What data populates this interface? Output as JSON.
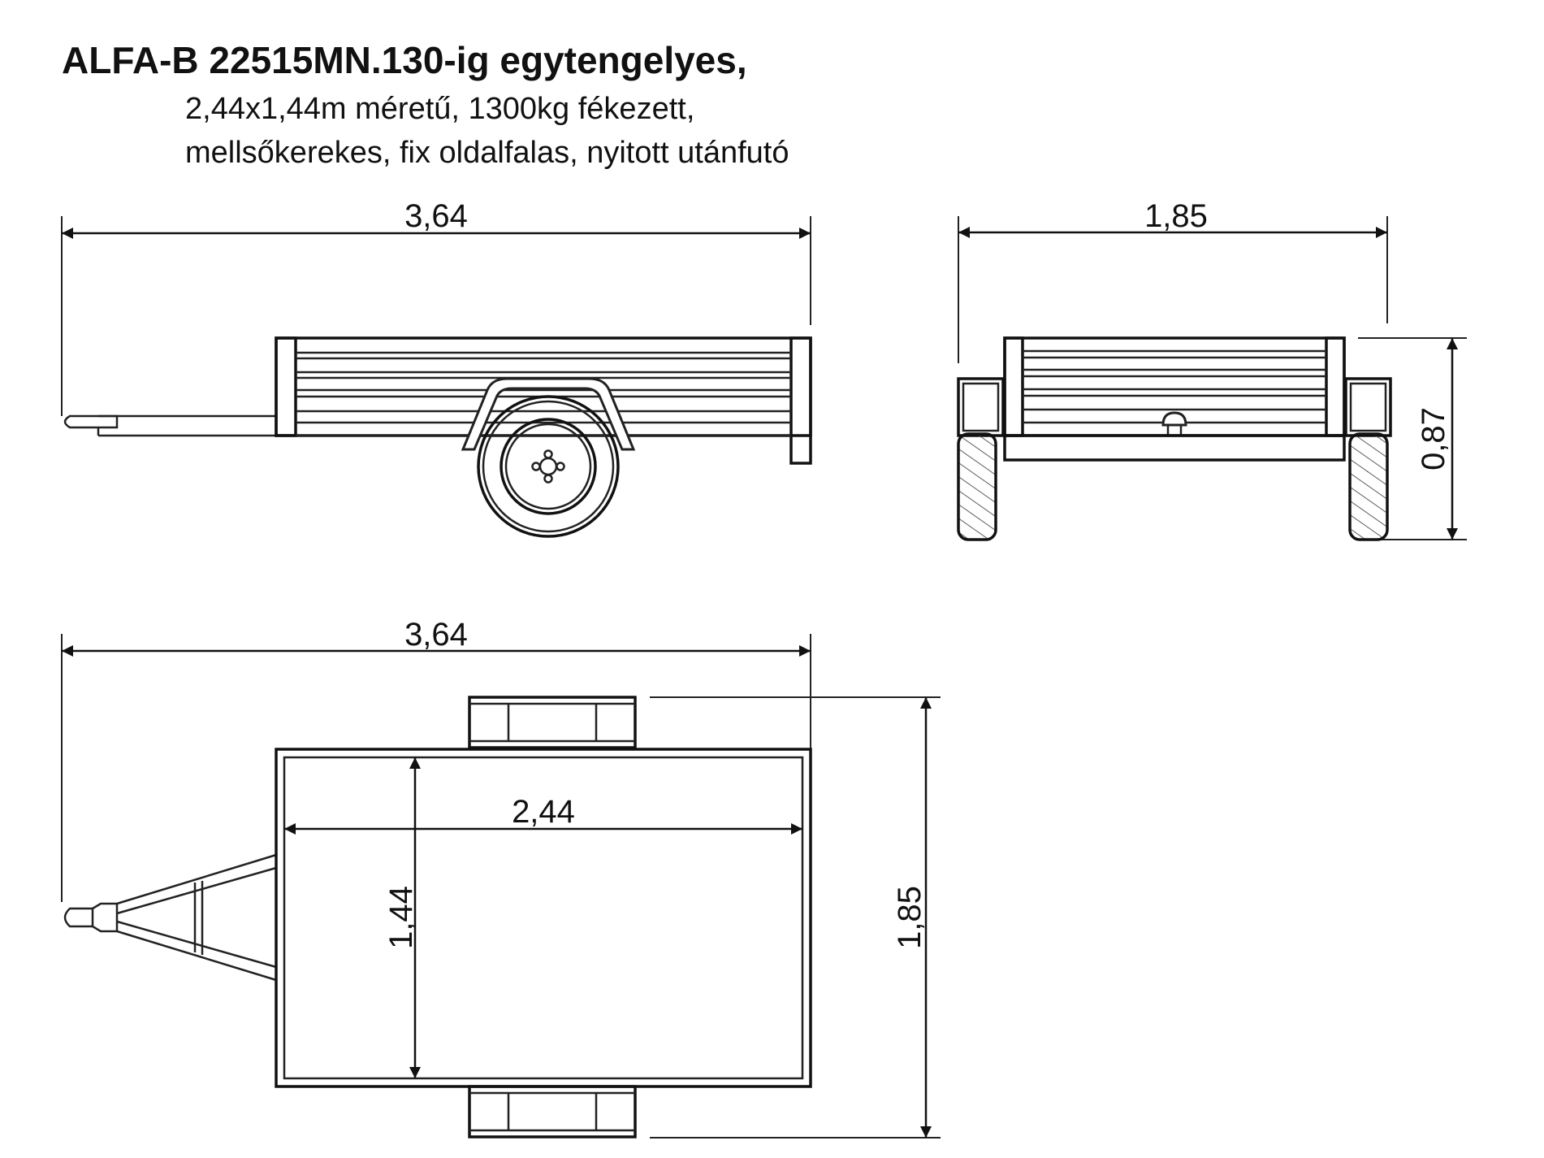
{
  "title": "ALFA-B 22515MN.130-ig egytengelyes,",
  "subtitle_line1": "2,44x1,44m méretű, 1300kg fékezett,",
  "subtitle_line2": "mellsőkerekes, fix oldalfalas, nyitott utánfutó",
  "dimensions": {
    "side_length": "3,64",
    "rear_width": "1,85",
    "rear_height": "0,87",
    "top_length": "3,64",
    "bed_length": "2,44",
    "bed_width": "1,44",
    "top_width": "1,85"
  }
}
